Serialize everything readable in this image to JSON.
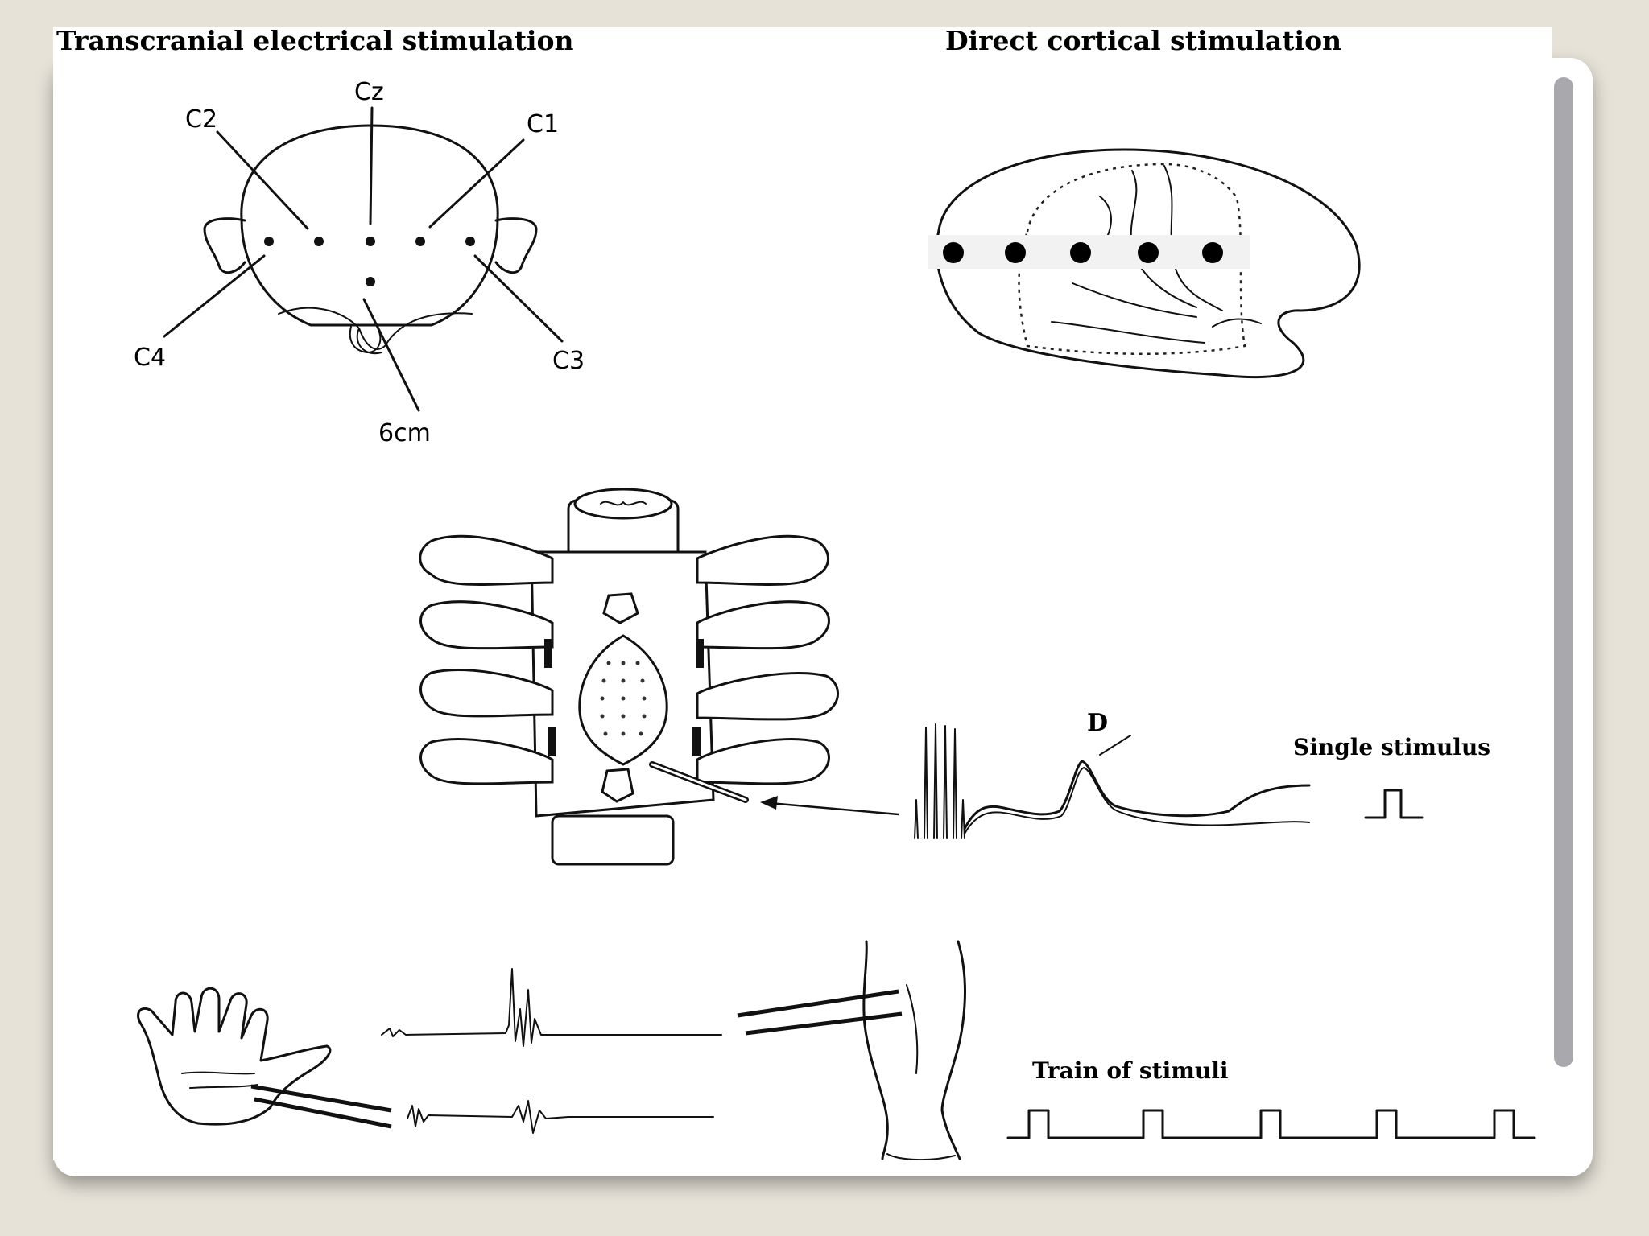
{
  "titles": {
    "left": "Transcranial electrical stimulation",
    "right": "Direct cortical stimulation"
  },
  "electrode_labels": {
    "cz": "Cz",
    "c1": "C1",
    "c2": "C2",
    "c3": "C3",
    "c4": "C4",
    "distance": "6cm"
  },
  "waveform": {
    "peak_label": "D"
  },
  "stimulus_labels": {
    "single": "Single stimulus",
    "train": "Train of stimuli"
  },
  "colors": {
    "background": "#e6e2d8",
    "slide": "#ffffff",
    "scrollbar": "#a9a9ad",
    "ink": "#111111"
  }
}
